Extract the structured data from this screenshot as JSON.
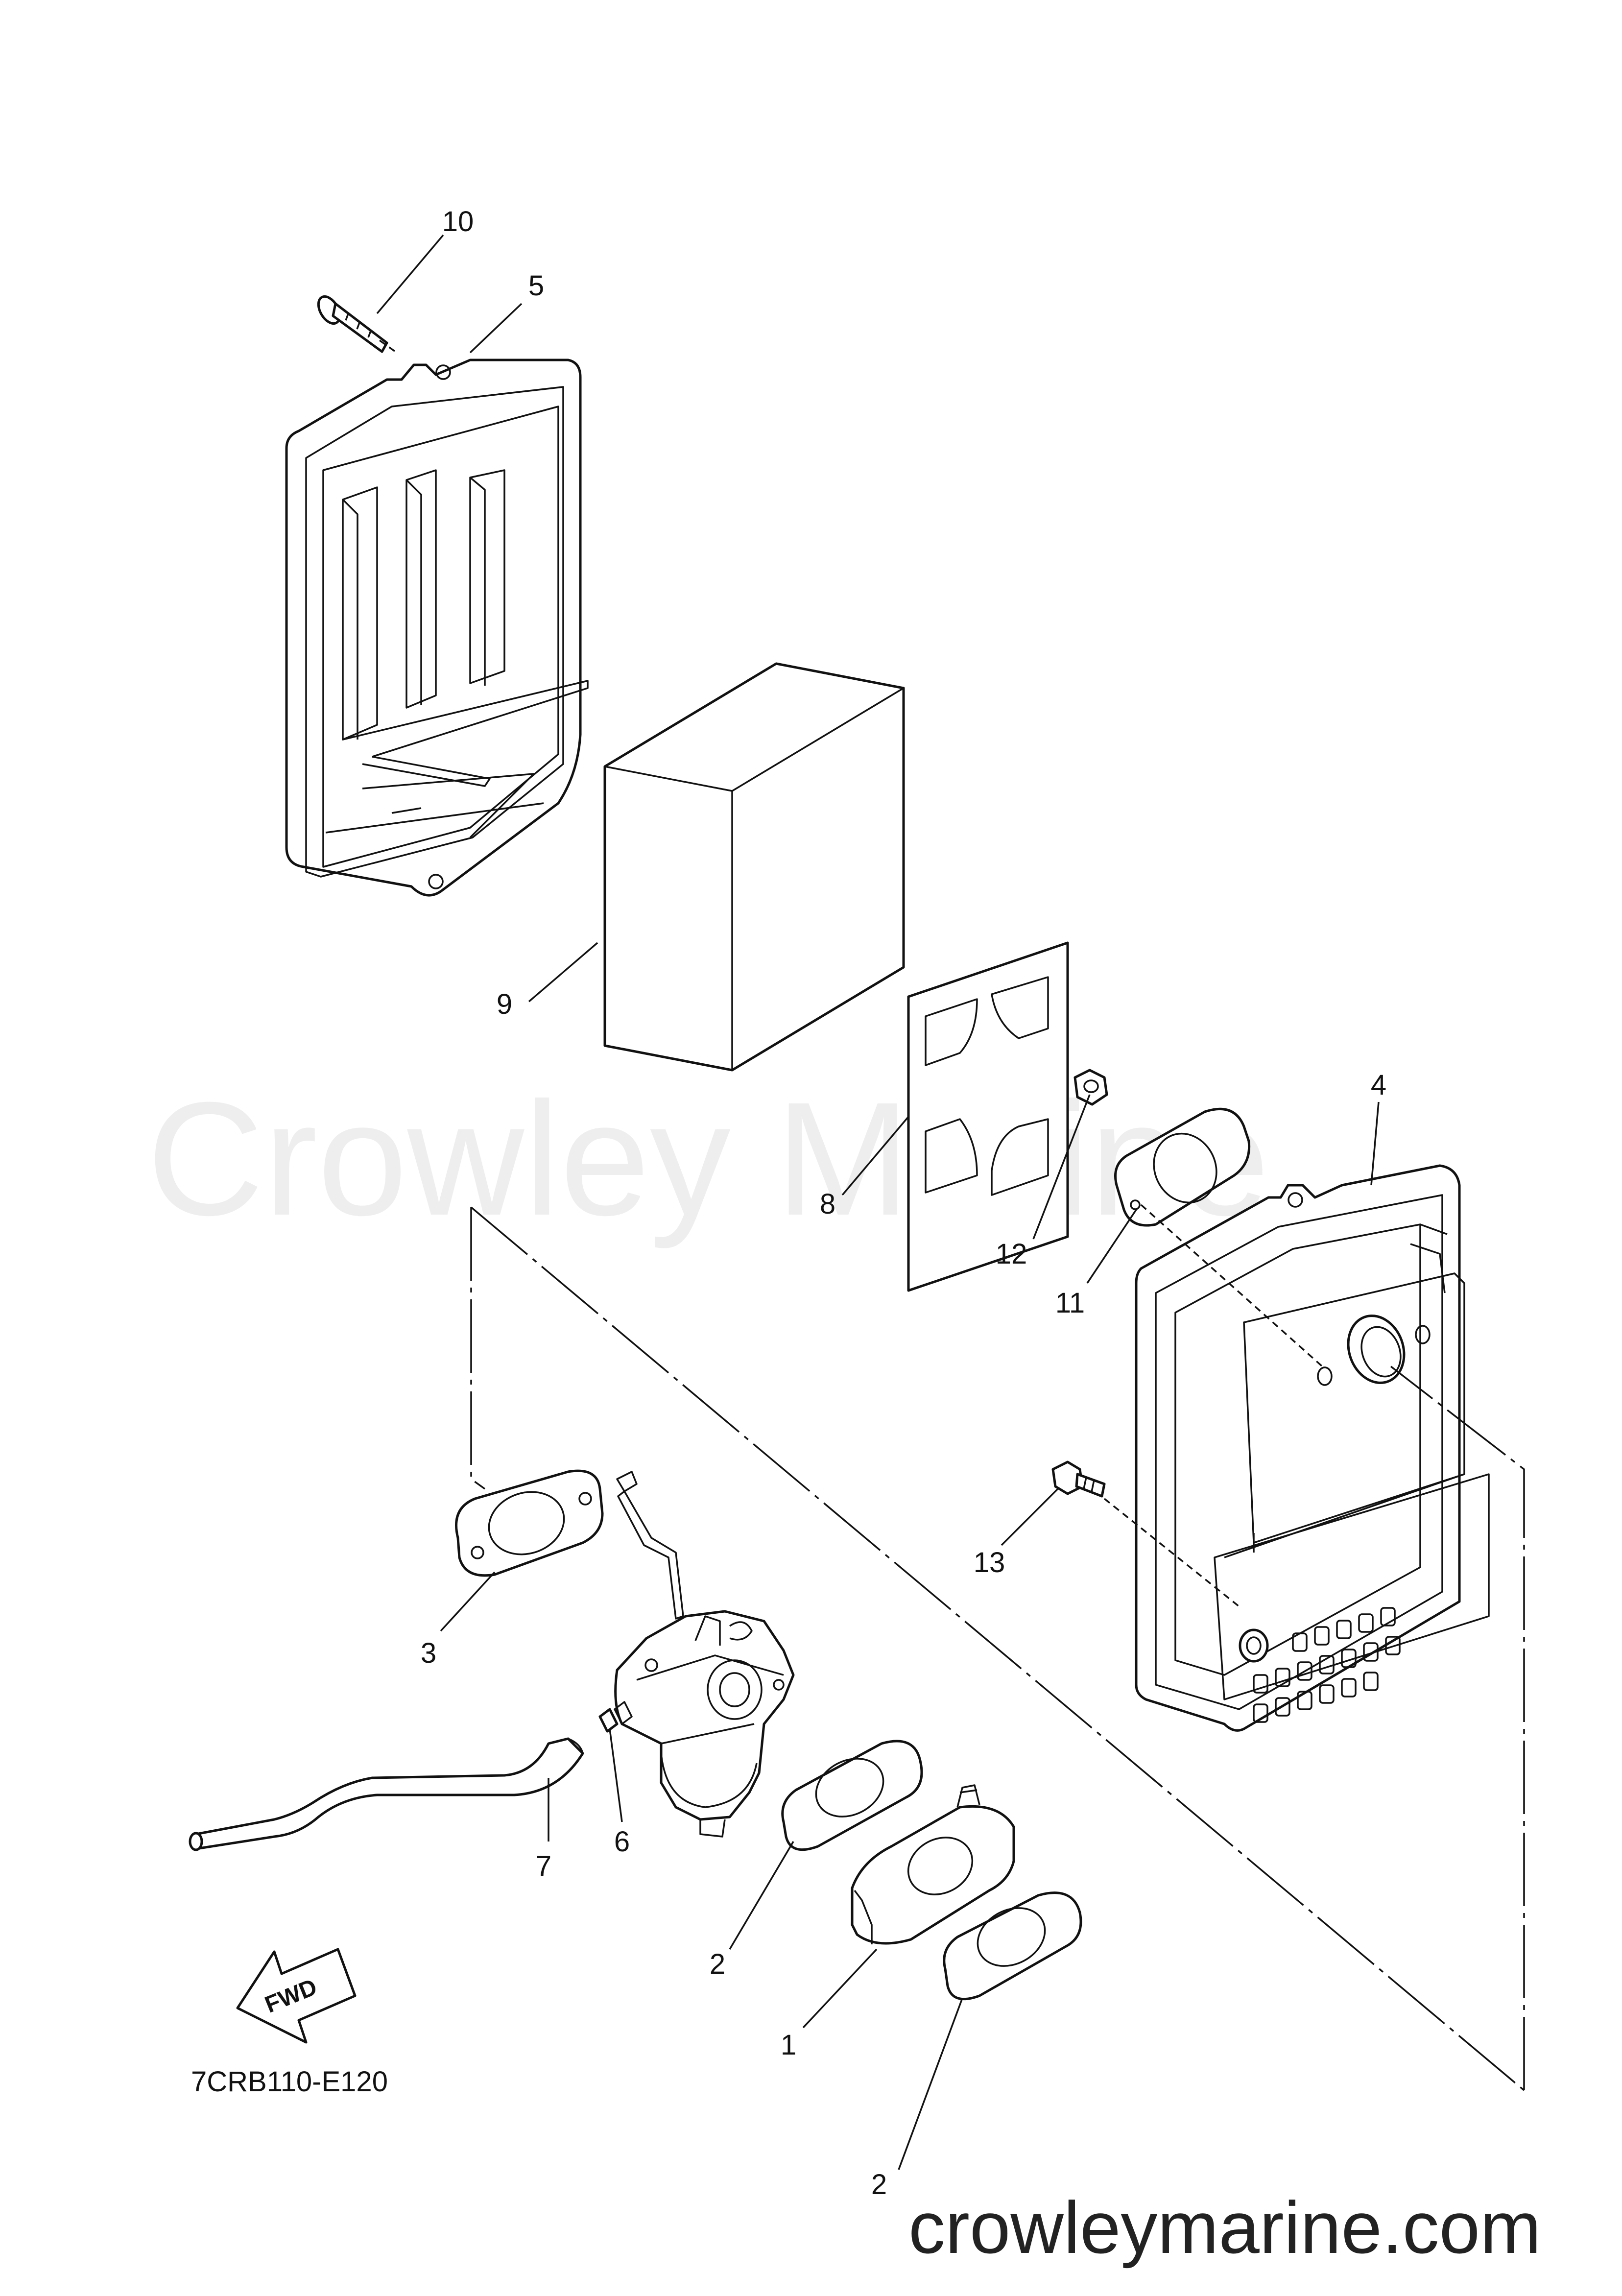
{
  "watermark": "Crowley Marine",
  "diagram_code": "7CRB110-E120",
  "site": "crowleymarine.com",
  "fwd_label": "FWD",
  "callouts": [
    "1",
    "2",
    "2",
    "3",
    "4",
    "5",
    "6",
    "7",
    "8",
    "9",
    "10",
    "11",
    "12",
    "13"
  ],
  "colors": {
    "line": "#111111",
    "watermark": "#eeeeee",
    "background": "#ffffff"
  }
}
